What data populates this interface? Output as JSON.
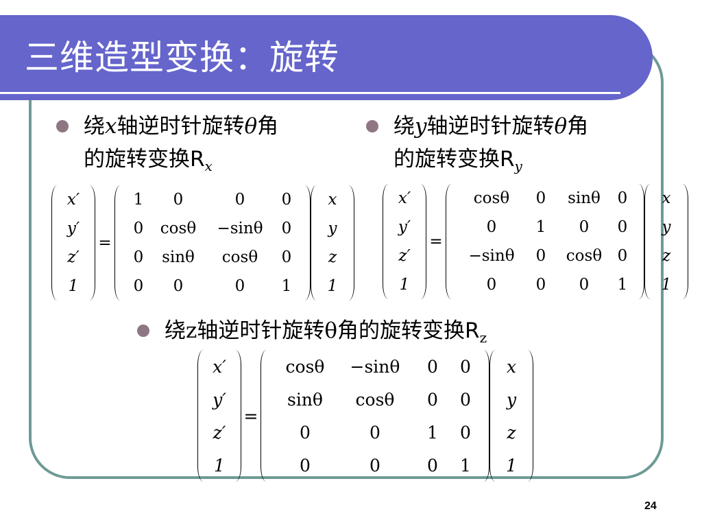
{
  "slide": {
    "title": "三维造型变换：旋转",
    "page_number": "24"
  },
  "bullets": {
    "rx": {
      "prefix": "绕",
      "axis": "x",
      "line1_rest": "轴逆时针旋转",
      "theta": "θ",
      "angle": "角",
      "line2": "的旋转变换R",
      "subscript": "x"
    },
    "ry": {
      "prefix": "绕",
      "axis": "y",
      "line1_rest": "轴逆时针旋转",
      "theta": "θ",
      "angle": "角",
      "line2": "的旋转变换R",
      "subscript": "y"
    },
    "rz": {
      "prefix": "绕",
      "axis": "z",
      "rest": "轴逆时针旋转",
      "theta": "θ",
      "tail": "角的旋转变换R",
      "subscript": "z"
    }
  },
  "equations": {
    "lhs": [
      "x′",
      "y′",
      "z′",
      "1"
    ],
    "rhs": [
      "x",
      "y",
      "z",
      "1"
    ],
    "equals": "=",
    "rx_matrix": [
      [
        "1",
        "0",
        "0",
        "0"
      ],
      [
        "0",
        "cosθ",
        "−sinθ",
        "0"
      ],
      [
        "0",
        "sinθ",
        "cosθ",
        "0"
      ],
      [
        "0",
        "0",
        "0",
        "1"
      ]
    ],
    "ry_matrix": [
      [
        "cosθ",
        "0",
        "sinθ",
        "0"
      ],
      [
        "0",
        "1",
        "0",
        "0"
      ],
      [
        "−sinθ",
        "0",
        "cosθ",
        "0"
      ],
      [
        "0",
        "0",
        "0",
        "1"
      ]
    ],
    "rz_matrix": [
      [
        "cosθ",
        "−sinθ",
        "0",
        "0"
      ],
      [
        "sinθ",
        "cosθ",
        "0",
        "0"
      ],
      [
        "0",
        "0",
        "1",
        "0"
      ],
      [
        "0",
        "0",
        "0",
        "1"
      ]
    ]
  },
  "colors": {
    "title_bar": "#6565cc",
    "frame_border": "#6e9a95",
    "bullet_dot": "#8e7682"
  }
}
